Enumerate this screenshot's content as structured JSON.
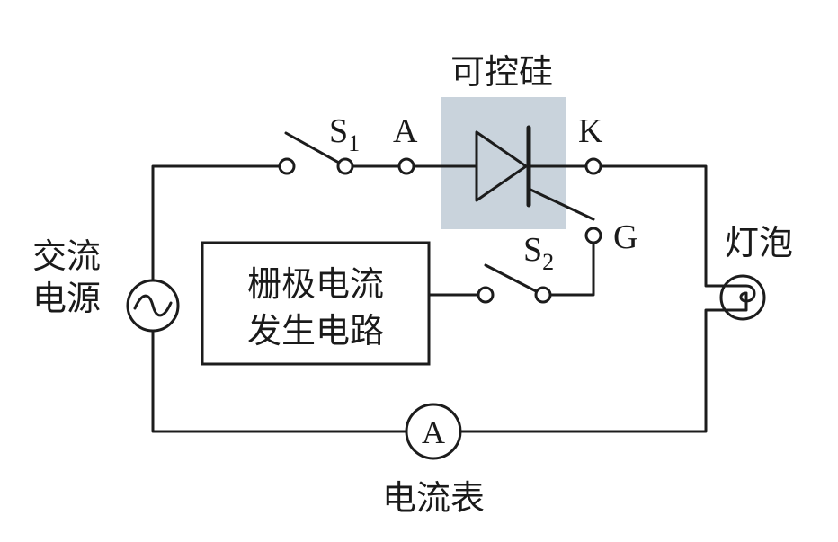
{
  "labels": {
    "scr_title": "可控硅",
    "terminal_s1_letter": "S",
    "terminal_s1_sub": "1",
    "terminal_a": "A",
    "terminal_k": "K",
    "terminal_g": "G",
    "terminal_s2_letter": "S",
    "terminal_s2_sub": "2",
    "ac_source_line1": "交流",
    "ac_source_line2": "电源",
    "gate_box_line1": "栅极电流",
    "gate_box_line2": "发生电路",
    "lamp": "灯泡",
    "ammeter_symbol": "A",
    "ammeter_label": "电流表"
  },
  "colors": {
    "wire": "#1c1c1c",
    "scr_highlight": "#c9d3dc"
  }
}
